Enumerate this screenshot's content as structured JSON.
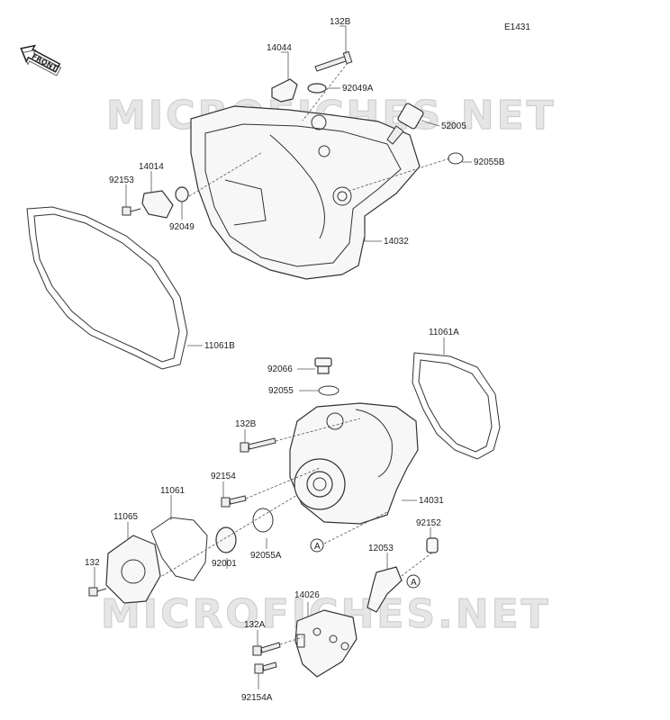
{
  "diagram_code": "E1431",
  "front_label": "FRONT",
  "watermark": "MICROFICHES.NET",
  "labels": {
    "p132B_top": "132B",
    "p14044": "14044",
    "p92049A": "92049A",
    "p52005": "52005",
    "p92055B": "92055B",
    "p14014": "14014",
    "p92153": "92153",
    "p92049": "92049",
    "p14032": "14032",
    "p11061B": "11061B",
    "p11061A": "11061A",
    "p92066": "92066",
    "p92055": "92055",
    "p132B_mid": "132B",
    "p92154": "92154",
    "p11061": "11061",
    "p11065": "11065",
    "p14031": "14031",
    "p92152": "92152",
    "p12053": "12053",
    "p132": "132",
    "p92001": "92001",
    "p92055A": "92055A",
    "pA1": "A",
    "pA2": "A",
    "p14026": "14026",
    "p132A": "132A",
    "p92154A": "92154A"
  }
}
